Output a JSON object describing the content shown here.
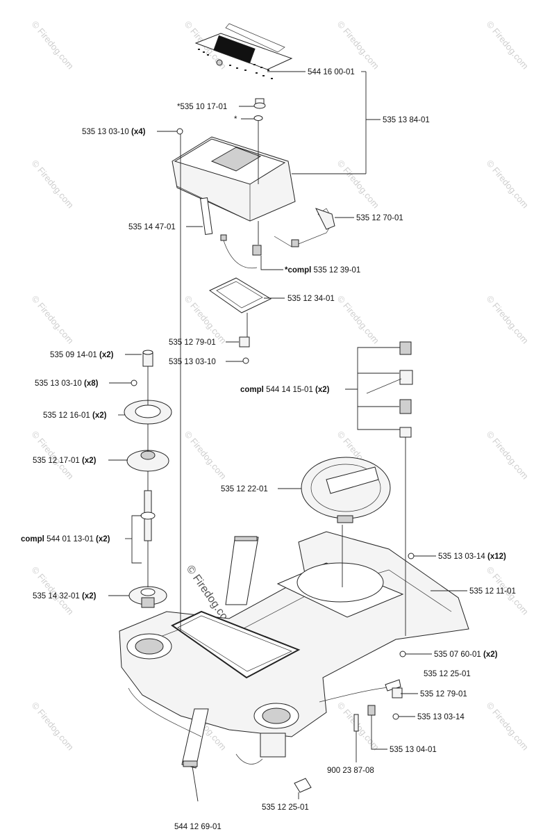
{
  "watermark": {
    "text": "© Firedog.com",
    "center_text": "© Firedog.com"
  },
  "labels": {
    "l01": {
      "text": "544 16 00-01"
    },
    "l02": {
      "text": "535 13 84-01"
    },
    "l03": {
      "text": "*535 10 17-01"
    },
    "l04": {
      "text": "*"
    },
    "l05": {
      "text": "535 13 03-10 ",
      "qty": "(x4)"
    },
    "l06": {
      "text": "535 14 47-01"
    },
    "l07": {
      "text": "535 12 70-01"
    },
    "l08": {
      "prefix": "*compl",
      "text": " 535 12 39-01"
    },
    "l09": {
      "text": "535 12 34-01"
    },
    "l10": {
      "text": "535 12 79-01"
    },
    "l11": {
      "text": "535 09 14-01 ",
      "qty": "(x2)"
    },
    "l12": {
      "text": "535 13 03-10"
    },
    "l13": {
      "text": "535 13 03-10 ",
      "qty": "(x8)"
    },
    "l14": {
      "prefix": "compl",
      "text": " 544 14 15-01 ",
      "qty": "(x2)"
    },
    "l15": {
      "text": "535 12 16-01 ",
      "qty": "(x2)"
    },
    "l16": {
      "text": "535 12 17-01 ",
      "qty": "(x2)"
    },
    "l17": {
      "text": "535 12 22-01"
    },
    "l18": {
      "prefix": "compl",
      "text": " 544 01 13-01 ",
      "qty": "(x2)"
    },
    "l19": {
      "text": "535 13 03-14 ",
      "qty": "(x12)"
    },
    "l20": {
      "text": "535 12 11-01"
    },
    "l21": {
      "text": "535 14 32-01 ",
      "qty": "(x2)"
    },
    "l22": {
      "text": "535 07 60-01 ",
      "qty": "(x2)"
    },
    "l23": {
      "text": "535 12 25-01"
    },
    "l24": {
      "text": "535 12 79-01"
    },
    "l25": {
      "text": "535 13 03-14"
    },
    "l26": {
      "text": "535 13 04-01"
    },
    "l27": {
      "text": "900 23 87-08"
    },
    "l28": {
      "text": "535 12 25-01"
    },
    "l29": {
      "text": "544 12 69-01"
    }
  }
}
